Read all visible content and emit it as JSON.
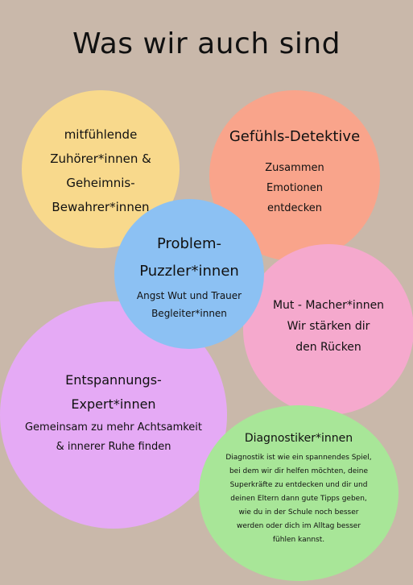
{
  "title": "Was wir auch sind",
  "circles": {
    "yellow": {
      "lines": [
        "mitfühlende",
        "Zuhörer*innen &",
        "Geheimnis-",
        "Bewahrer*innen"
      ],
      "color": "#f8d98c"
    },
    "orange": {
      "heading": "Gefühls-Detektive",
      "lines": [
        "Zusammen",
        "Emotionen",
        "entdecken"
      ],
      "color": "#f9a48b"
    },
    "blue": {
      "heading_lines": [
        "Problem-",
        "Puzzler*innen"
      ],
      "lines": [
        "Angst Wut und Trauer",
        "Begleiter*innen"
      ],
      "color": "#8cc1f3"
    },
    "pink": {
      "lines": [
        "Mut - Macher*innen",
        "Wir stärken dir",
        "den Rücken"
      ],
      "color": "#f5a9cd"
    },
    "purple": {
      "heading_lines": [
        "Entspannungs-",
        "Expert*innen"
      ],
      "lines": [
        "Gemeinsam zu mehr Achtsamkeit",
        "& innerer Ruhe finden"
      ],
      "color": "#e5aaf5"
    },
    "green": {
      "heading": "Diagnostiker*innen",
      "lines": [
        "Diagnostik ist wie ein spannendes Spiel,",
        "bei dem wir dir helfen möchten, deine",
        "Superkräfte zu entdecken und dir und",
        "deinen Eltern dann gute Tipps geben,",
        "wie du in der Schule noch besser",
        "werden oder dich im Alltag besser",
        "fühlen kannst."
      ],
      "color": "#a8e698"
    }
  },
  "background": "#c9b8aa"
}
